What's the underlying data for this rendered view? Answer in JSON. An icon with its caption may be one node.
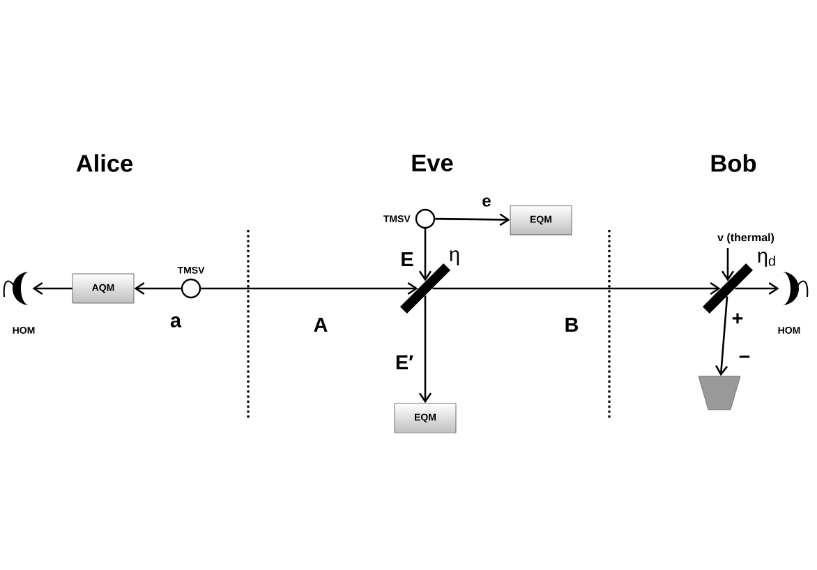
{
  "diagram": {
    "nodes": [
      {
        "text": [],
        "shape": "crescent",
        "beside": [
          "HOM"
        ]
      },
      {
        "text": [
          "AQM"
        ]
      },
      {
        "text": [
          "TMSV"
        ]
      },
      {
        "text": [],
        "shape": "bar",
        "beside": [
          "η"
        ]
      },
      {
        "text": [
          "TMSV"
        ]
      },
      {
        "text": [
          "EQM"
        ]
      },
      {
        "text": [
          "EQM"
        ]
      },
      {
        "text": [],
        "shape": "bar",
        "beside": [
          "η$_{d}$"
        ]
      },
      {
        "text": [],
        "shape": "crescent",
        "beside": [
          "HOM"
        ]
      },
      {
        "text": [],
        "shape": "trapezoid"
      }
    ],
    "edges": [
      {
        "from": 2,
        "to": 1,
        "arrow": "to",
        "label": "a"
      },
      {
        "from": 1,
        "to": 0,
        "arrow": "to"
      },
      {
        "from": 2,
        "to": 3,
        "arrow": "to",
        "label": "A"
      },
      {
        "from": 4,
        "to": 5,
        "arrow": "to",
        "label": "e"
      },
      {
        "from": 4,
        "to": 3,
        "arrow": "to",
        "label": "E"
      },
      {
        "from": 3,
        "to": 6,
        "arrow": "to",
        "label": "E′"
      },
      {
        "from": 3,
        "to": 7,
        "arrow": "to",
        "label": "B"
      },
      {
        "from": null,
        "to": 7,
        "arrow": "to",
        "label": "v (thermal)"
      },
      {
        "from": 7,
        "to": 8,
        "arrow": "to",
        "label": "+"
      },
      {
        "from": 7,
        "to": 9,
        "arrow": "to",
        "label": "−"
      }
    ],
    "labels": [
      "Alice",
      "Eve",
      "Bob"
    ]
  }
}
